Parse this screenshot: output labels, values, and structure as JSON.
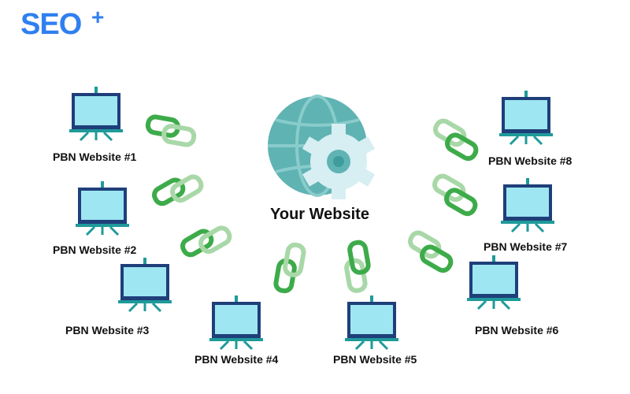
{
  "logo": {
    "text": "SEO",
    "superscript": "+"
  },
  "center": {
    "label": "Your Website",
    "icon": "globe-gear-icon"
  },
  "sites": [
    {
      "label": "PBN Website #1"
    },
    {
      "label": "PBN Website #2"
    },
    {
      "label": "PBN Website #3"
    },
    {
      "label": "PBN Website #4"
    },
    {
      "label": "PBN Website #5"
    },
    {
      "label": "PBN Website #6"
    },
    {
      "label": "PBN Website #7"
    },
    {
      "label": "PBN Website #8"
    }
  ],
  "colors": {
    "brand": "#2f7ff0",
    "link_dark": "#3dab4a",
    "link_light": "#a9d8a8",
    "globe": "#5fb3b3",
    "screen": "#9ee6f2",
    "screen_frame": "#1e3f7a",
    "stand": "#1f9a9a"
  }
}
